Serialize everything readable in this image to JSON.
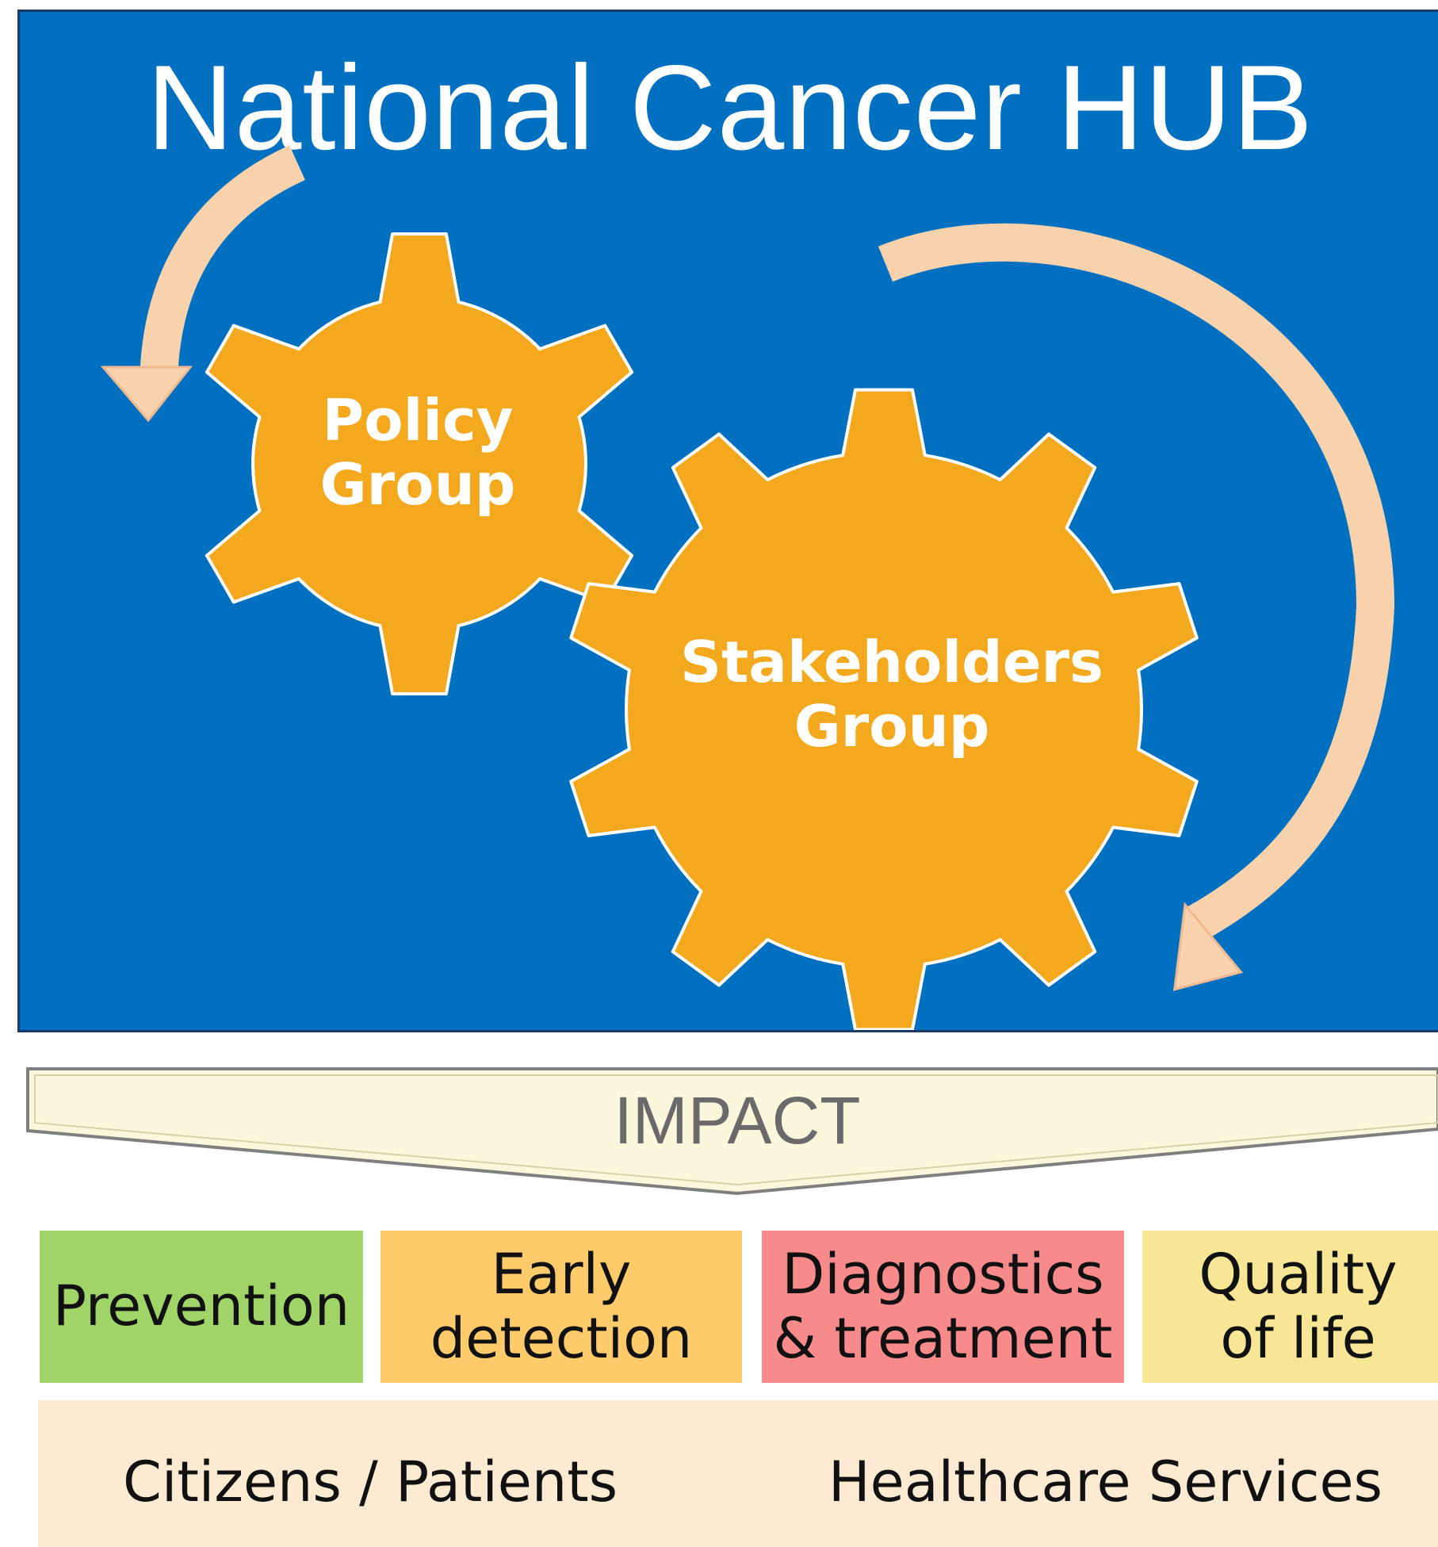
{
  "hub": {
    "title": "National Cancer HUB",
    "background_color": "#0270c0",
    "gear_color": "#f3a81d",
    "arrow_color": "#f7d2ac",
    "gears": [
      {
        "label_line1": "Policy",
        "label_line2": "Group",
        "icon": "gear-icon"
      },
      {
        "label_line1": "Stakeholders",
        "label_line2": "Group",
        "icon": "gear-icon"
      }
    ]
  },
  "impact": {
    "label": "IMPACT",
    "fill_color": "#fbf7dd"
  },
  "areas": [
    {
      "line1": "Prevention",
      "line2": "",
      "color": "#a0d468"
    },
    {
      "line1": "Early",
      "line2": "detection",
      "color": "#fdcb6a"
    },
    {
      "line1": "Diagnostics",
      "line2": "& treatment",
      "color": "#f78b8b"
    },
    {
      "line1": "Quality",
      "line2": "of life",
      "color": "#f6e695"
    }
  ],
  "groups": {
    "left": "Citizens / Patients",
    "right": "Healthcare Services",
    "background_color": "#fcebd2"
  }
}
